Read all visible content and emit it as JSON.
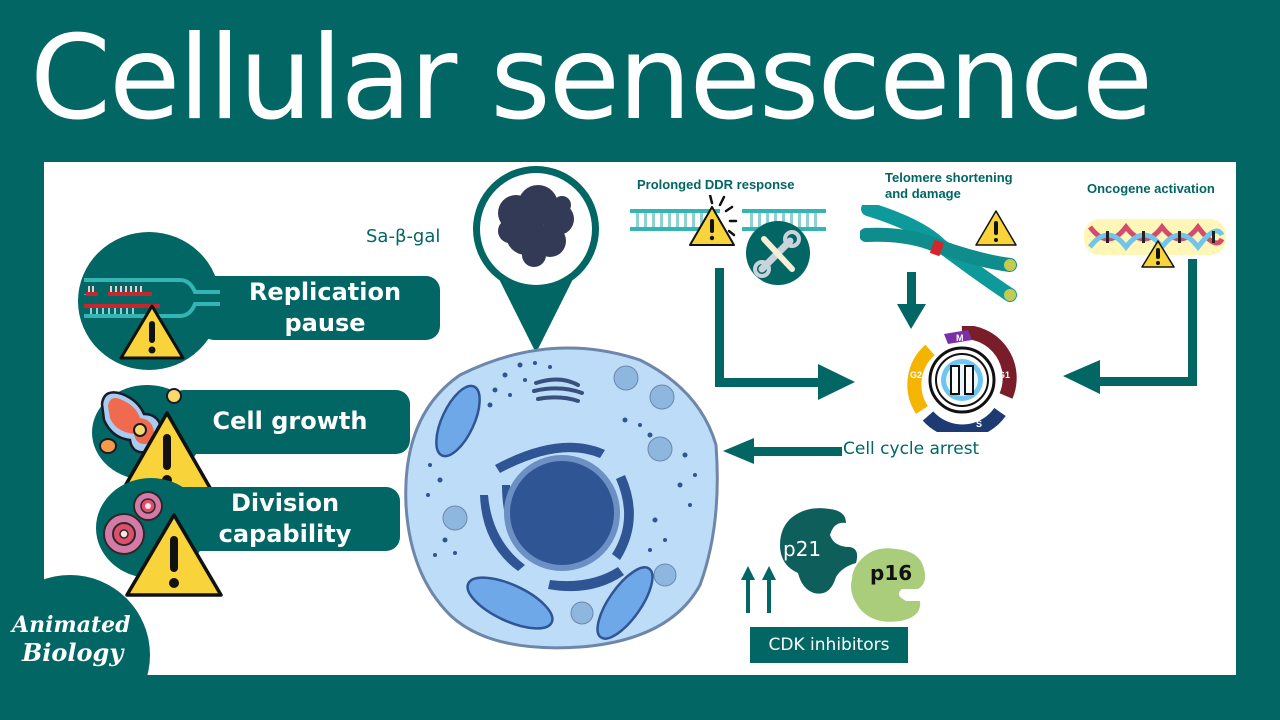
{
  "title": "Cellular senescence",
  "colors": {
    "background": "#016664",
    "panel": "#ffffff",
    "teal": "#016664",
    "warning_yellow": "#f8d43a",
    "cell_fill": "#bcdcf8",
    "nucleus": "#2f5595",
    "p16_green": "#a9cd7a"
  },
  "left_effects": [
    {
      "label_line1": "Replication",
      "label_line2": "pause",
      "icon": "dna-replication-fork-icon"
    },
    {
      "label_line1": "Cell growth",
      "label_line2": "",
      "icon": "growing-cell-icon"
    },
    {
      "label_line1": "Division",
      "label_line2": "capability",
      "icon": "dividing-cell-icon"
    }
  ],
  "marker": {
    "label": "Sa-β-gal",
    "icon": "beta-galactosidase-aggregate-icon"
  },
  "triggers": [
    {
      "label": "Prolonged DDR response",
      "icon": "damaged-dna-repair-icon"
    },
    {
      "label_line1": "Telomere shortening",
      "label_line2": "and damage",
      "icon": "chromosome-telomere-icon"
    },
    {
      "label": "Oncogene activation",
      "icon": "dna-helix-warning-icon"
    }
  ],
  "cell_cycle": {
    "phases": [
      "M",
      "G1",
      "S",
      "G2"
    ],
    "icon": "cell-cycle-clock-paused-icon"
  },
  "arrest_label": "Cell cycle arrest",
  "cdk": {
    "p21": "p21",
    "p16": "p16",
    "label": "CDK inhibitors",
    "trend": "up-arrows-icon"
  },
  "logo": {
    "line1": "Animated",
    "line2": "Biology"
  }
}
